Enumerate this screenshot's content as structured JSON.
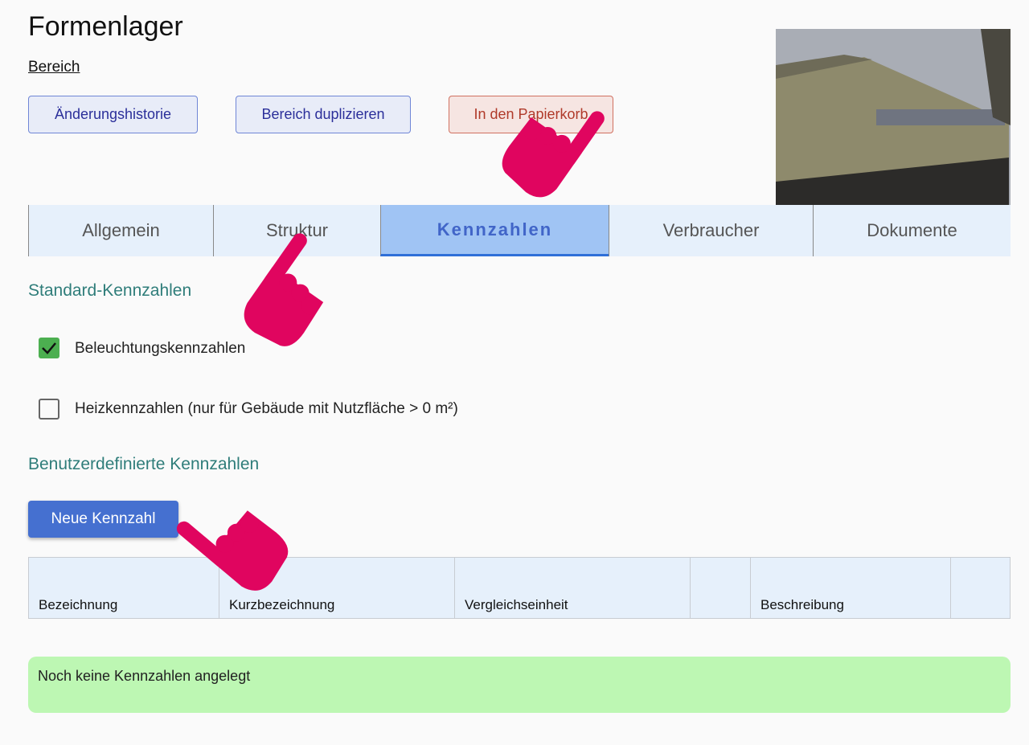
{
  "header": {
    "title": "Formenlager",
    "breadcrumb": "Bereich"
  },
  "actions": {
    "history": "Änderungshistorie",
    "duplicate": "Bereich duplizieren",
    "trash": "In den Papierkorb"
  },
  "tabs": [
    {
      "label": "Allgemein"
    },
    {
      "label": "Struktur"
    },
    {
      "label": "Kennzahlen",
      "active": true
    },
    {
      "label": "Verbraucher"
    },
    {
      "label": "Dokumente"
    }
  ],
  "standard": {
    "heading": "Standard-Kennzahlen",
    "items": [
      {
        "label": "Beleuchtungskennzahlen",
        "checked": true
      },
      {
        "label": "Heizkennzahlen (nur für Gebäude mit Nutzfläche > 0 m²)",
        "checked": false
      }
    ]
  },
  "custom": {
    "heading": "Benutzerdefinierte Kennzahlen",
    "new_button": "Neue Kennzahl",
    "columns": [
      "Bezeichnung",
      "Kurzbezeichnung",
      "Vergleichseinheit",
      "",
      "Beschreibung",
      ""
    ],
    "empty": "Noch keine Kennzahlen angelegt"
  },
  "colors": {
    "accent": "#4570d0",
    "annotation": "#e0055f",
    "success_bg": "#bdf7b3"
  }
}
